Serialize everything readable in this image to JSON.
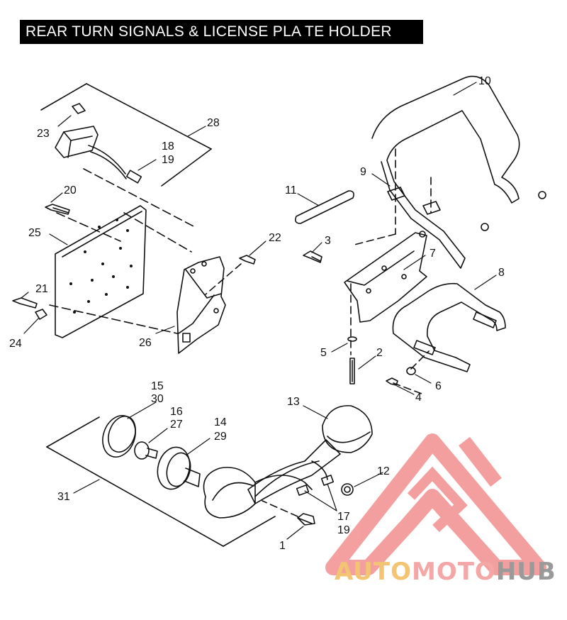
{
  "title": "REAR TURN SIGNALS & LICENSE PLA TE HOLDER",
  "callouts": [
    {
      "id": "c1",
      "label": "1"
    },
    {
      "id": "c2",
      "label": "2"
    },
    {
      "id": "c3",
      "label": "3"
    },
    {
      "id": "c4",
      "label": "4"
    },
    {
      "id": "c5",
      "label": "5"
    },
    {
      "id": "c6",
      "label": "6"
    },
    {
      "id": "c7",
      "label": "7"
    },
    {
      "id": "c8",
      "label": "8"
    },
    {
      "id": "c9",
      "label": "9"
    },
    {
      "id": "c10",
      "label": "10"
    },
    {
      "id": "c11",
      "label": "11"
    },
    {
      "id": "c12",
      "label": "12"
    },
    {
      "id": "c13",
      "label": "13"
    },
    {
      "id": "c14",
      "label": "14"
    },
    {
      "id": "c29",
      "label": "29"
    },
    {
      "id": "c15",
      "label": "15"
    },
    {
      "id": "c30",
      "label": "30"
    },
    {
      "id": "c16",
      "label": "16"
    },
    {
      "id": "c27",
      "label": "27"
    },
    {
      "id": "c17",
      "label": "17"
    },
    {
      "id": "c19b",
      "label": "19"
    },
    {
      "id": "c18",
      "label": "18"
    },
    {
      "id": "c19a",
      "label": "19"
    },
    {
      "id": "c20",
      "label": "20"
    },
    {
      "id": "c21",
      "label": "21"
    },
    {
      "id": "c22",
      "label": "22"
    },
    {
      "id": "c23",
      "label": "23"
    },
    {
      "id": "c24",
      "label": "24"
    },
    {
      "id": "c25",
      "label": "25"
    },
    {
      "id": "c26",
      "label": "26"
    },
    {
      "id": "c28",
      "label": "28"
    },
    {
      "id": "c31",
      "label": "31"
    }
  ],
  "watermark": {
    "part1": "AUTO",
    "part2": "MOTO",
    "part3": "HUB",
    "color_primary": "#f08080",
    "color_secondary": "#f3c472",
    "color_text_dark": "#9a9a9a"
  }
}
